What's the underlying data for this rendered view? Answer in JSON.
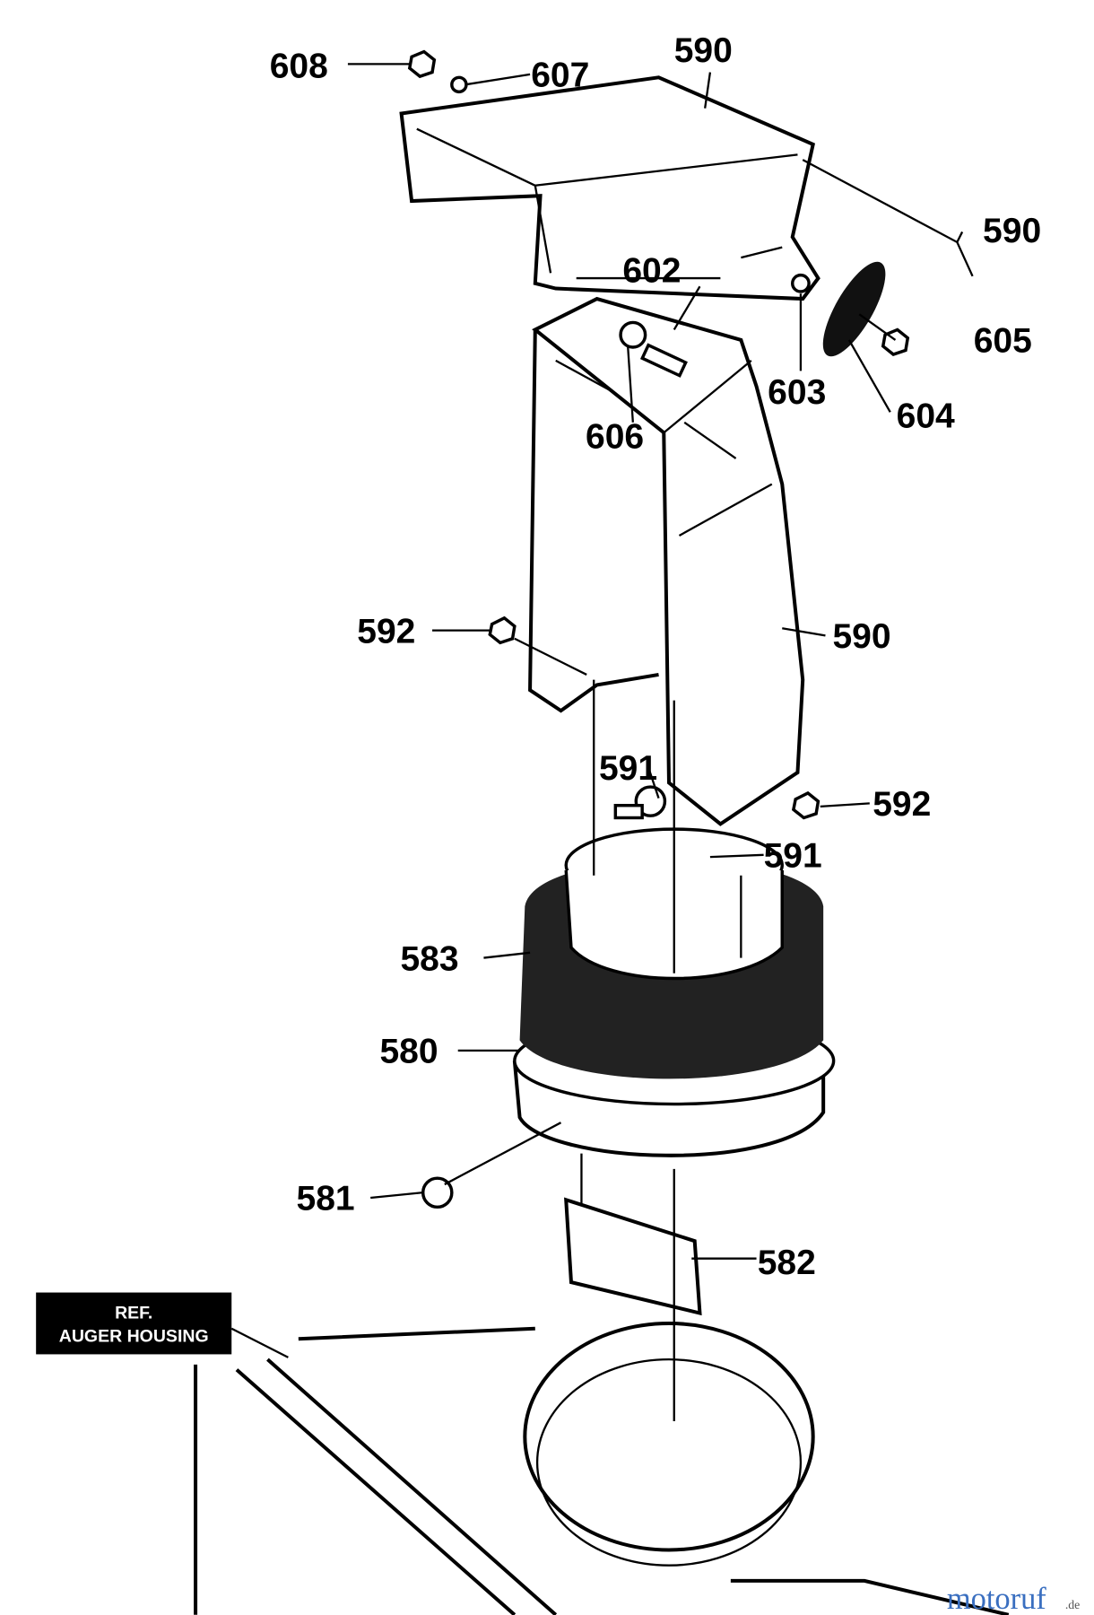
{
  "diagram": {
    "callouts": [
      "608",
      "607",
      "590",
      "590",
      "602",
      "605",
      "603",
      "604",
      "606",
      "592",
      "590",
      "591",
      "592",
      "591",
      "583",
      "580",
      "581",
      "582"
    ],
    "reference_box": {
      "line1": "REF.",
      "line2": "AUGER HOUSING"
    },
    "watermark": {
      "main": "motoruf",
      "suffix": ".de"
    }
  }
}
